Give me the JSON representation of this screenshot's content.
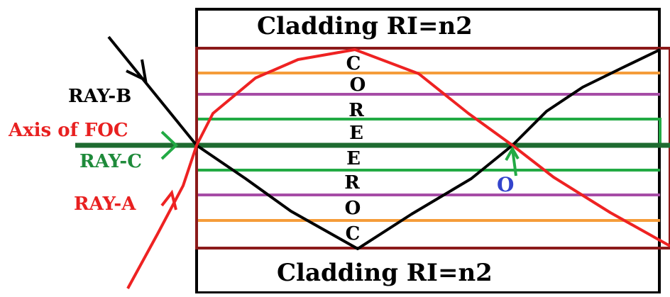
{
  "cladding_top_label": "Cladding RI=n2",
  "cladding_bottom_label": "Cladding RI=n2",
  "core_letters": [
    "C",
    "O",
    "R",
    "E",
    "E",
    "R",
    "O",
    "C"
  ],
  "labels": {
    "ray_b": "RAY-B",
    "axis": "Axis of FOC",
    "ray_c": "RAY-C",
    "ray_a": "RAY-A",
    "point_o": "O"
  },
  "colors": {
    "outline": "#000000",
    "core_border": "#8b1a1a",
    "orange_layer": "#f59c3a",
    "purple_layer": "#a64ca6",
    "green_layer": "#22aa44",
    "axis": "#1e6b30",
    "ray_a": "#ee2222",
    "ray_b": "#000000",
    "point_o": "#3344cc",
    "label_red": "#e82020",
    "label_green": "#1e8a3a"
  }
}
